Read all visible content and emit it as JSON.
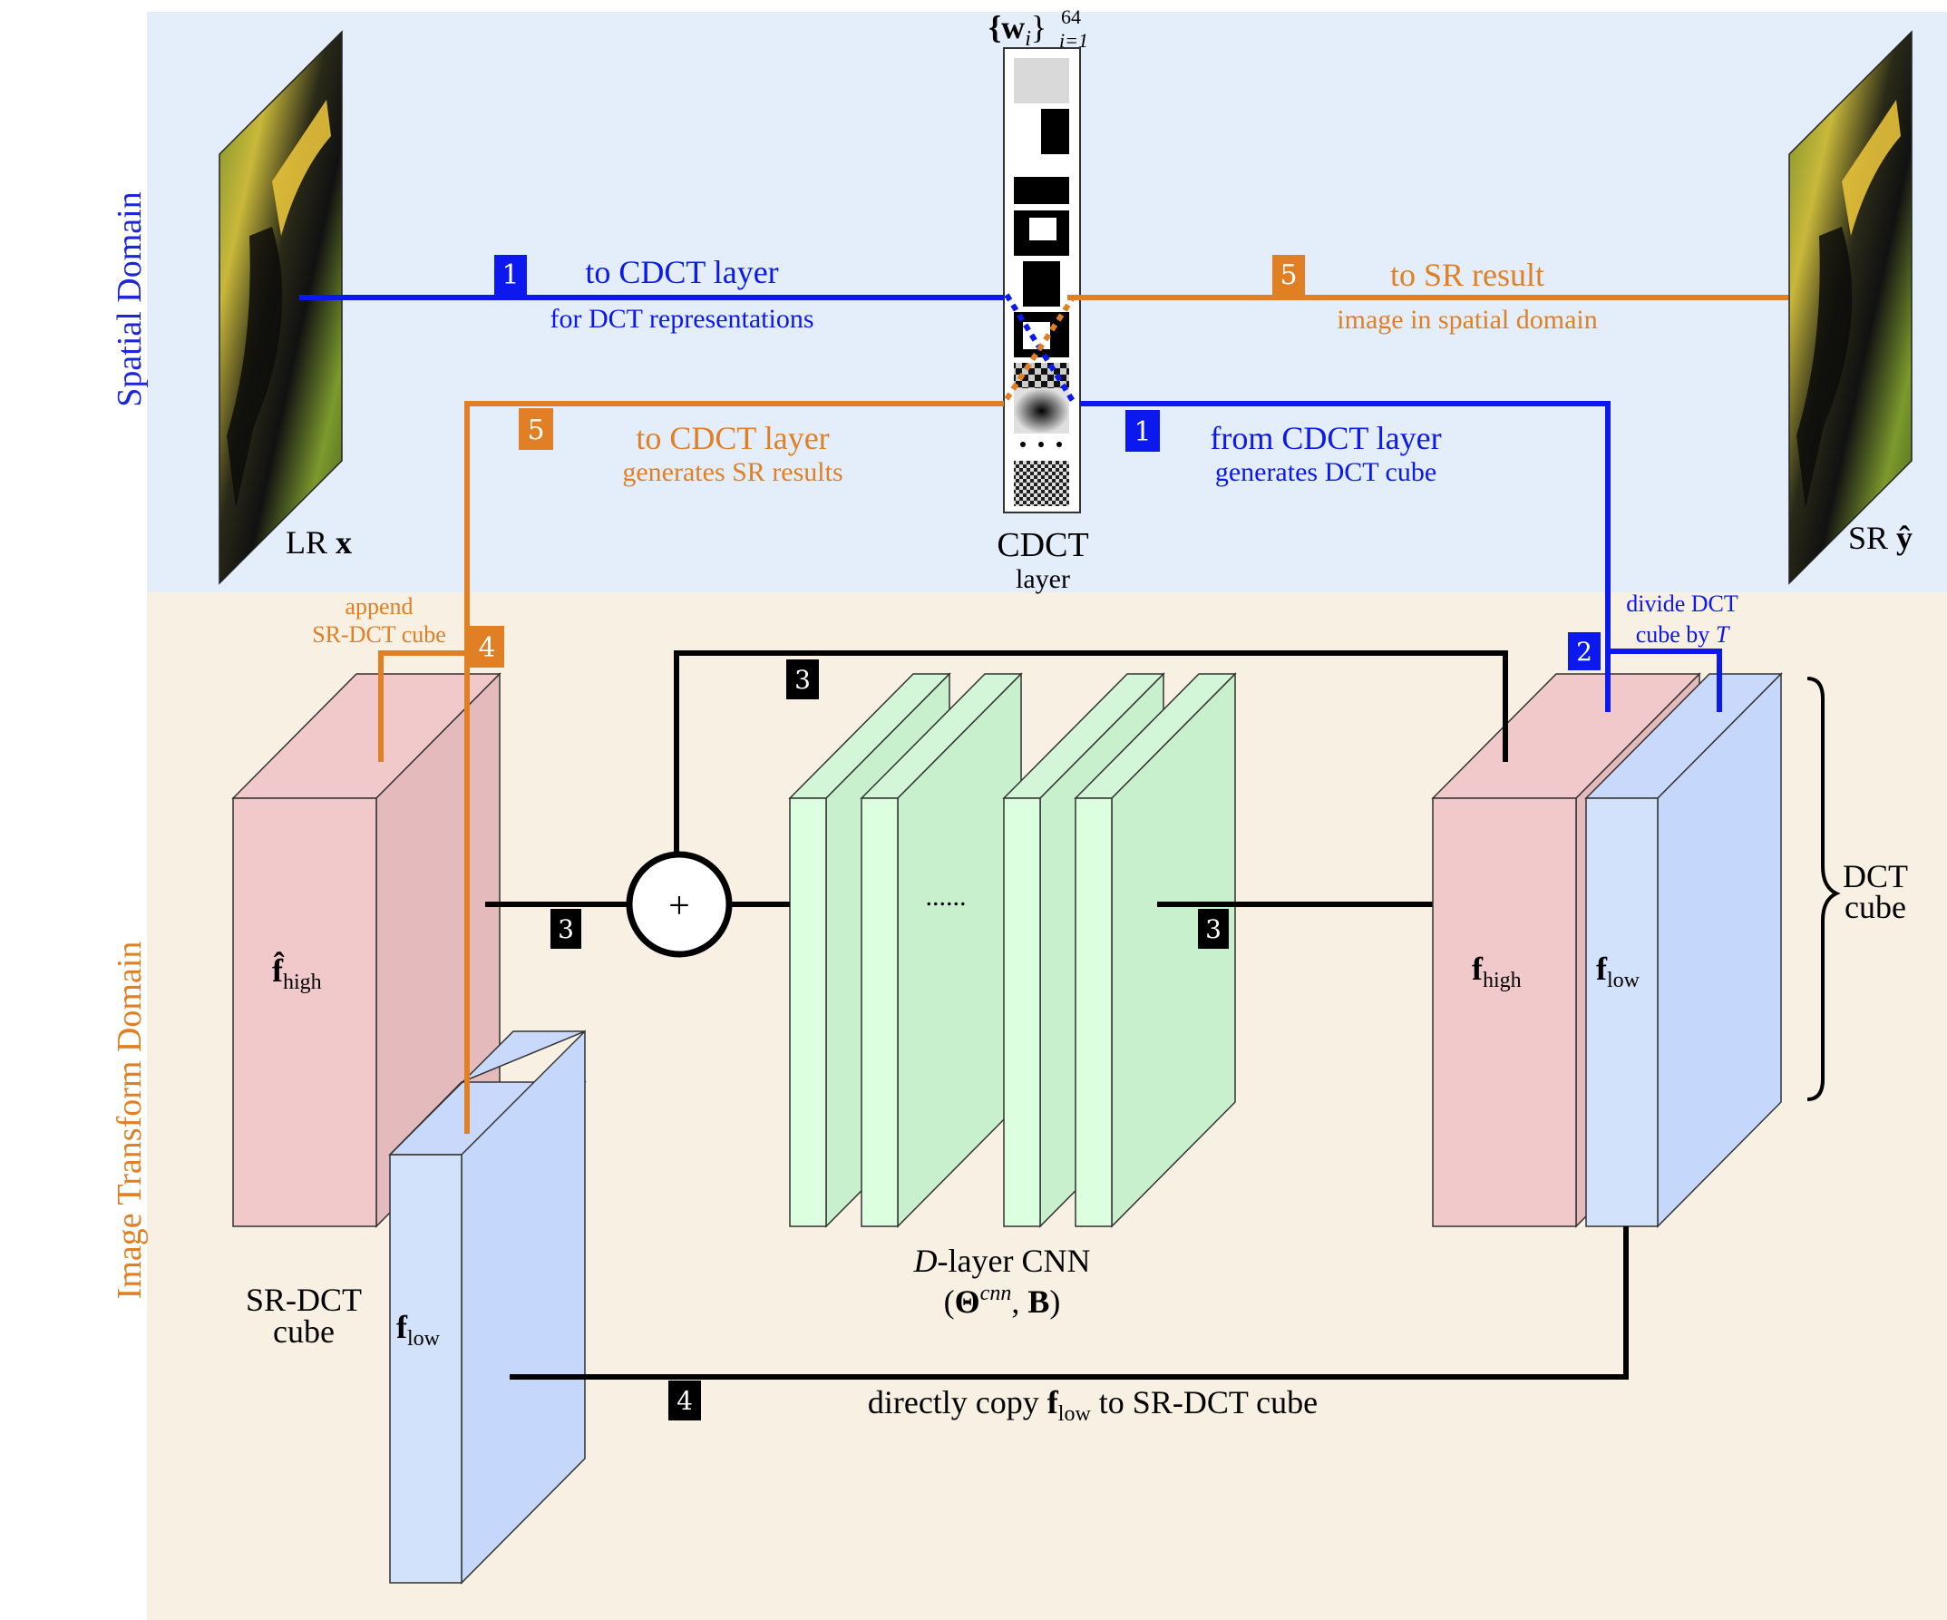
{
  "domains": {
    "spatial": "Spatial Domain",
    "transform": "Image Transform Domain"
  },
  "images": {
    "lr_prefix": "LR",
    "lr_symbol": "x",
    "sr_prefix": "SR",
    "sr_symbol": "ŷ"
  },
  "cdct": {
    "filter_set": "{w",
    "filter_sub": "i",
    "filter_close": "}",
    "filter_sup": "64",
    "filter_lower": "i=1",
    "title": "CDCT",
    "subtitle": "layer"
  },
  "flows": {
    "f1a_badge": "1",
    "f1a_title": "to CDCT layer",
    "f1a_sub": "for DCT representations",
    "f5a_badge": "5",
    "f5a_title": "to SR result",
    "f5a_sub": "image in spatial domain",
    "f5b_badge": "5",
    "f5b_title": "to CDCT layer",
    "f5b_sub": "generates SR results",
    "f1b_badge": "1",
    "f1b_title": "from CDCT layer",
    "f1b_sub": "generates DCT cube",
    "f2_badge": "2",
    "f2_line1": "divide DCT",
    "f2_line2": "cube by",
    "f2_var": "T",
    "f4a_badge": "4",
    "f4a_line1": "append",
    "f4a_line2": "SR-DCT cube",
    "f3_badges": [
      "3",
      "3",
      "3"
    ],
    "f4b_badge": "4",
    "f4b_pre": "directly copy",
    "f4b_f": "f",
    "f4b_sub": "low",
    "f4b_post": "to SR-DCT cube"
  },
  "cnn": {
    "dots": "......",
    "line1_var": "D",
    "line1_rest": "-layer CNN",
    "line2_open": "(",
    "line2_theta": "Θ",
    "line2_sup": "cnn",
    "line2_mid": ", ",
    "line2_b": "B",
    "line2_close": ")",
    "plus": "+"
  },
  "cubes": {
    "fhigh_hat_f": "f̂",
    "fhigh_hat_sub": "high",
    "sr_dct_line1": "SR-DCT",
    "sr_dct_line2": "cube",
    "flow_left_f": "f",
    "flow_left_sub": "low",
    "fhigh_f": "f",
    "fhigh_sub": "high",
    "flow_right_f": "f",
    "flow_right_sub": "low",
    "dct_line1": "DCT",
    "dct_line2": "cube"
  },
  "colors": {
    "spatial_bg": "#e4eefb",
    "transform_bg": "#f9f0e4",
    "blue": "#0b18ee",
    "orange": "#e07f24",
    "black": "#000000",
    "red_cube": "#f2c9cb",
    "blue_cube": "#c8d9fb",
    "green_cnn": "#d4f6d8"
  }
}
